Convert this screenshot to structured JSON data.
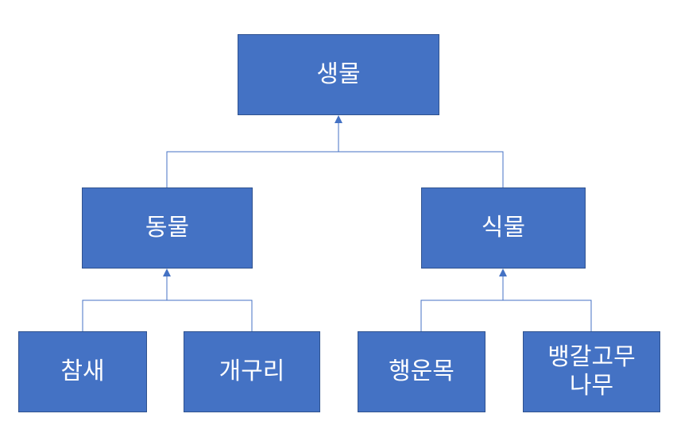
{
  "colors": {
    "node_fill": "#4472c4",
    "node_border": "#2f528f",
    "node_text": "#ffffff",
    "connector": "#4472c4",
    "background": "#ffffff"
  },
  "nodes": {
    "root": "생물",
    "animal": "동물",
    "plant": "식물",
    "sparrow": "참새",
    "frog": "개구리",
    "lucky_tree": "행운목",
    "banyan": "뱅갈고무\n나무"
  }
}
